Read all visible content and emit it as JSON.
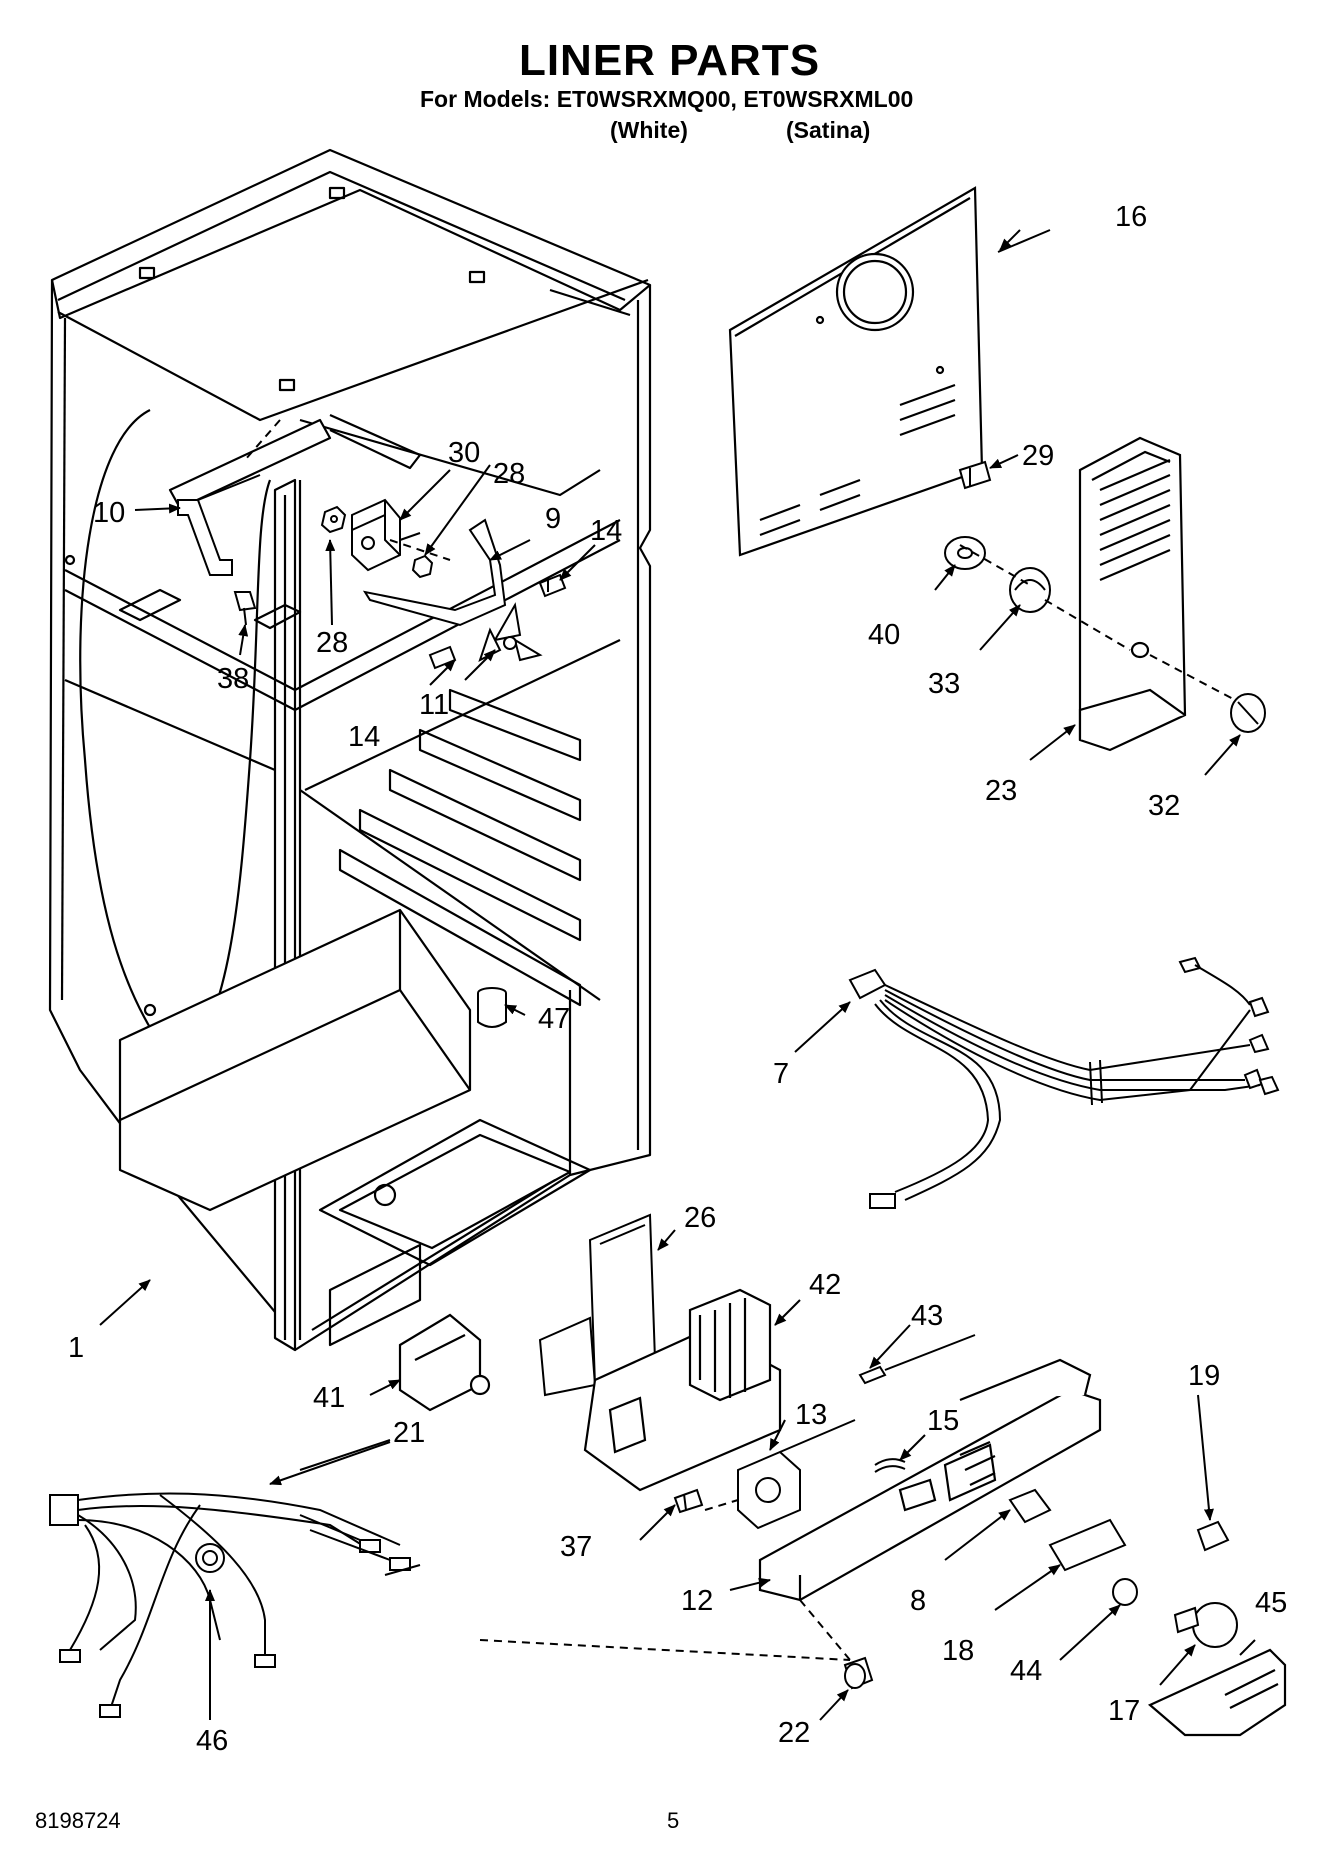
{
  "title": "LINER PARTS",
  "models_line": "For Models: ET0WSRXMQ00, ET0WSRXML00",
  "variant_white": "(White)",
  "variant_satina": "(Satina)",
  "footer_doc_number": "8198724",
  "footer_page": "5",
  "callouts": {
    "c1": "1",
    "c7": "7",
    "c8": "8",
    "c9": "9",
    "c10": "10",
    "c11": "11",
    "c12": "12",
    "c13": "13",
    "c14a": "14",
    "c14b": "14",
    "c15": "15",
    "c16": "16",
    "c17": "17",
    "c18": "18",
    "c19": "19",
    "c21": "21",
    "c22": "22",
    "c23": "23",
    "c26": "26",
    "c28a": "28",
    "c28b": "28",
    "c29": "29",
    "c30": "30",
    "c32": "32",
    "c33": "33",
    "c37": "37",
    "c38": "38",
    "c40": "40",
    "c41": "41",
    "c42": "42",
    "c43": "43",
    "c44": "44",
    "c45": "45",
    "c46": "46",
    "c47": "47"
  }
}
